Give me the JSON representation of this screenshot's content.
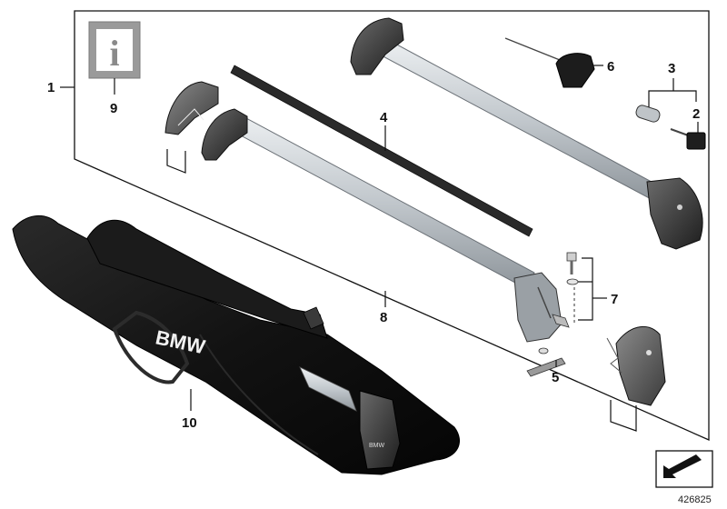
{
  "callouts": [
    {
      "id": "1",
      "label": "1"
    },
    {
      "id": "2",
      "label": "2"
    },
    {
      "id": "3",
      "label": "3"
    },
    {
      "id": "4",
      "label": "4"
    },
    {
      "id": "5",
      "label": "5"
    },
    {
      "id": "6",
      "label": "6"
    },
    {
      "id": "7",
      "label": "7"
    },
    {
      "id": "8",
      "label": "8"
    },
    {
      "id": "9",
      "label": "9"
    },
    {
      "id": "10",
      "label": "10"
    }
  ],
  "info_icon": {
    "glyph": "i"
  },
  "bag_brand": "BMW",
  "bar_brand": "BMW",
  "reference_number": "426825",
  "colors": {
    "frame": "#111111",
    "bar_silver": "#c9ced3",
    "bar_dark": "#3a3a3a",
    "bag_black": "#141414",
    "info_gray": "#9a9a9a"
  }
}
